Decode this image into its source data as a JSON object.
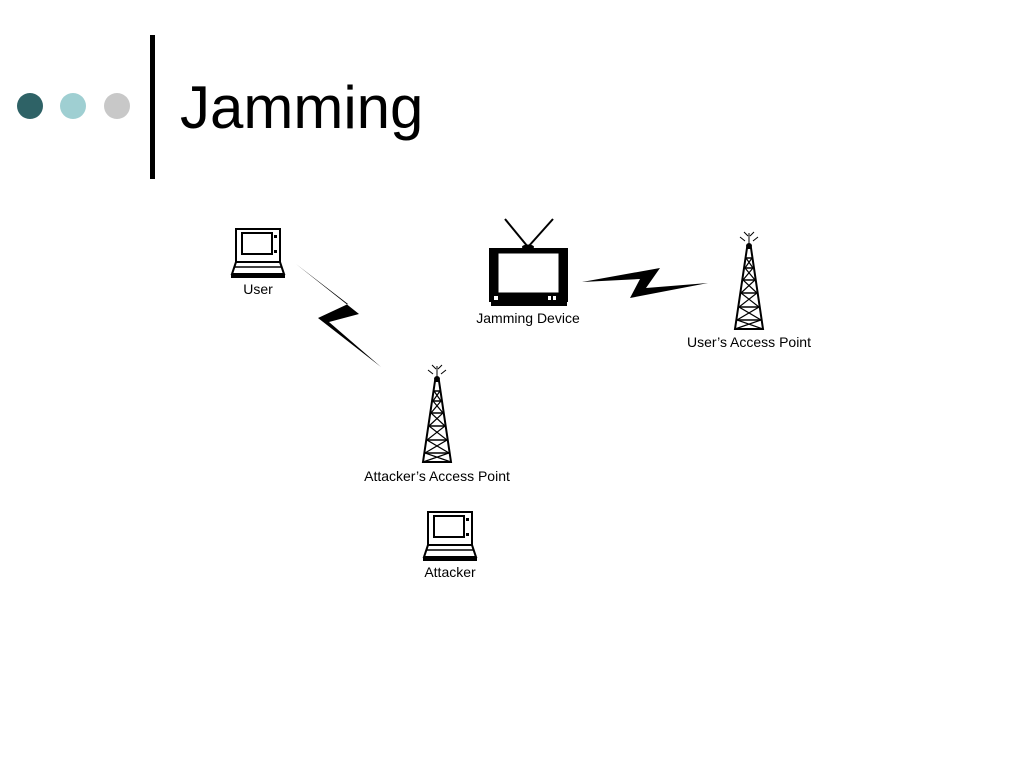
{
  "slide": {
    "title": "Jamming",
    "bullet_colors": [
      "#2e6266",
      "#9fcfd2",
      "#c8c8c8"
    ]
  },
  "diagram": {
    "nodes": {
      "user": {
        "label": "User",
        "icon": "laptop-icon"
      },
      "jamming_device": {
        "label": "Jamming Device",
        "icon": "tv-icon"
      },
      "users_access_point": {
        "label": "User’s Access Point",
        "icon": "radio-tower-icon"
      },
      "attackers_access_point": {
        "label": "Attacker’s Access Point",
        "icon": "radio-tower-icon"
      },
      "attacker": {
        "label": "Attacker",
        "icon": "laptop-icon"
      }
    },
    "links": [
      {
        "from": "user",
        "to": "attackers_access_point",
        "style": "lightning-bolt"
      },
      {
        "from": "jamming_device",
        "to": "users_access_point",
        "style": "lightning-bolt"
      }
    ]
  }
}
